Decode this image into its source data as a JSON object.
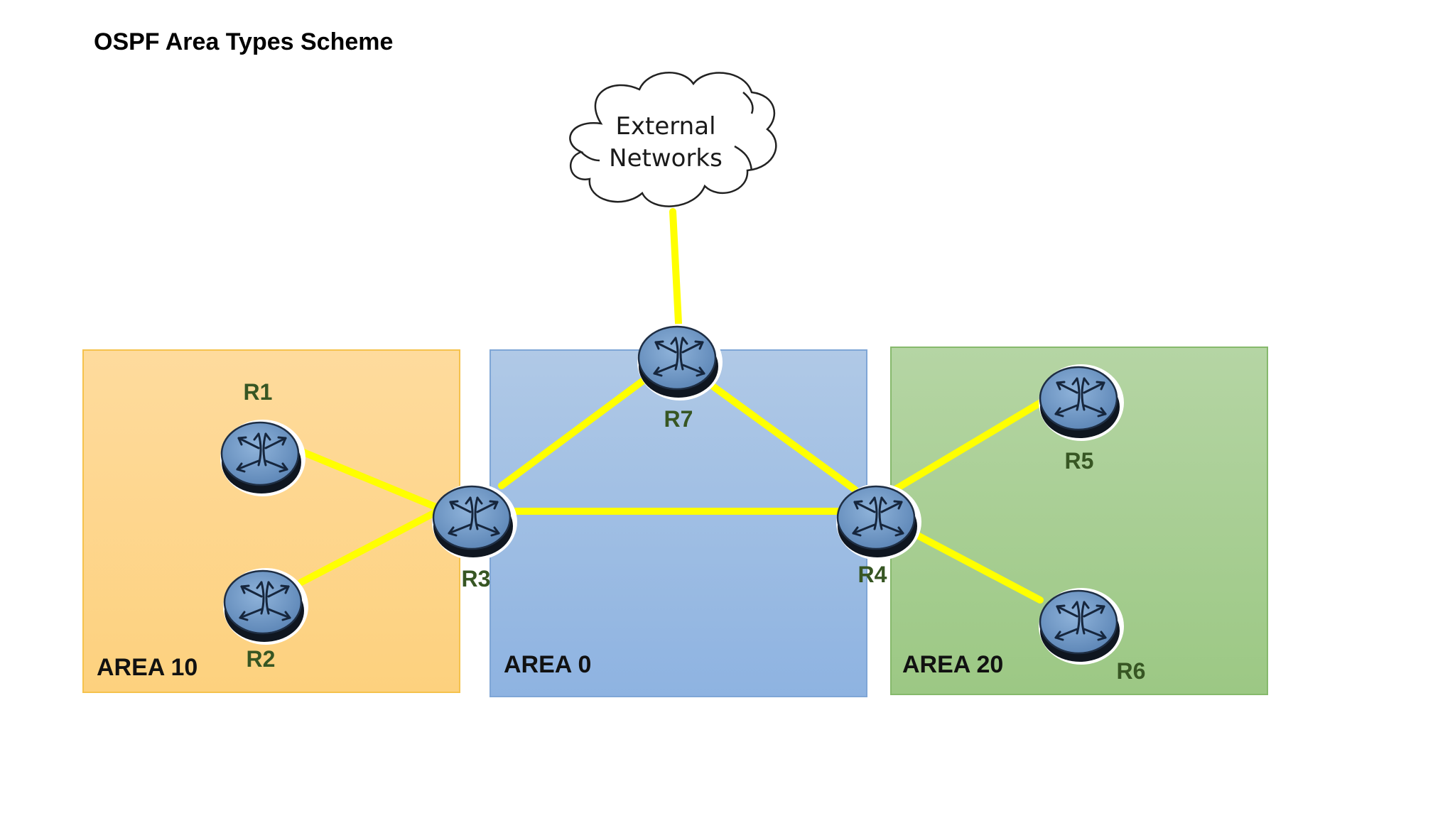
{
  "title": "OSPF Area Types Scheme",
  "cloud": {
    "line1": "External",
    "line2": "Networks"
  },
  "areas": {
    "area10": {
      "label": "AREA 10",
      "fill_top": "#fedb9d",
      "fill_bottom": "#fdd17e",
      "stroke": "#f5c24d"
    },
    "area0": {
      "label": "AREA 0",
      "fill_top": "#b0c9e6",
      "fill_bottom": "#8eb3e1",
      "stroke": "#7fa6d6"
    },
    "area20": {
      "label": "AREA 20",
      "fill_top": "#b5d5a4",
      "fill_bottom": "#9cc884",
      "stroke": "#86b96c"
    }
  },
  "routers": {
    "r1": "R1",
    "r2": "R2",
    "r3": "R3",
    "r4": "R4",
    "r5": "R5",
    "r6": "R6",
    "r7": "R7"
  },
  "colors": {
    "link": "#ffff00",
    "router_label": "#375623",
    "router_body": "#6891bf",
    "router_top": "#7da4cf",
    "router_side": "#111a26"
  }
}
